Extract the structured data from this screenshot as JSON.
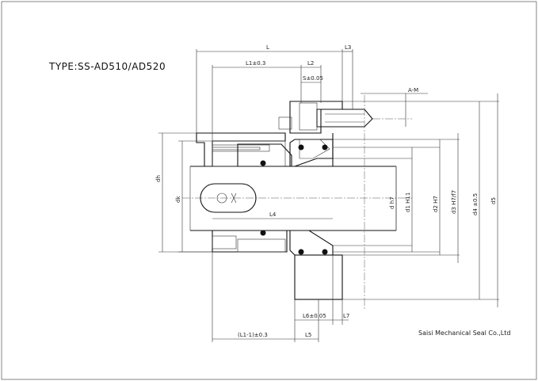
{
  "title": "TYPE:SS-AD510/AD520",
  "company": "Saisi Mechanical Seal Co.,Ltd",
  "labels": {
    "L": "L",
    "L1": "L1±0.3",
    "L2": "L2",
    "L3": "L3",
    "S": "S±0.05",
    "AM": "A-M",
    "dh": "dh",
    "dk": "dk",
    "L4": "L4",
    "L6": "L6±0.05",
    "L7": "L7",
    "L1m1": "(L1-1)±0.3",
    "L5": "L5",
    "d": "d h7",
    "d1": "d1 H11",
    "d2": "d2 H7",
    "d3": "d3 H7/f7",
    "d4": "d4 ±0.5",
    "d5": "d5"
  }
}
